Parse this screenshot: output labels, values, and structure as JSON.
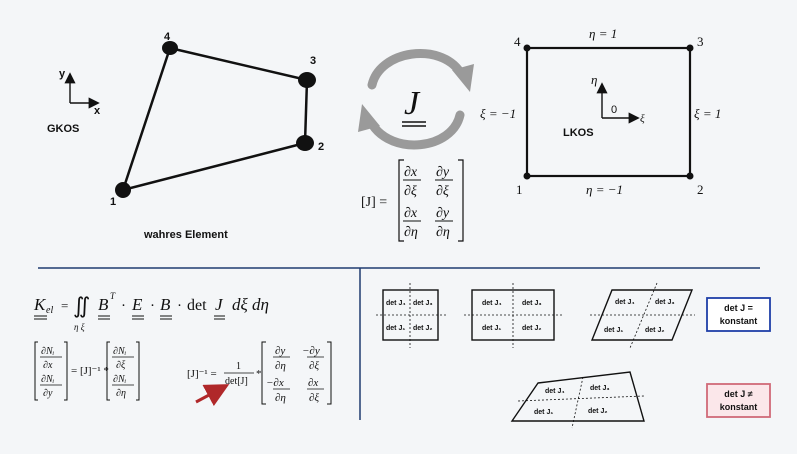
{
  "colors": {
    "background": "#f4f6f8",
    "divider": "#1f3b70",
    "const_box_border": "#1f3fa8",
    "nonconst_box_border": "#d06a78",
    "nonconst_box_fill": "#fbe7ea",
    "arrow_red": "#b0282a",
    "rotate_arrow": "#9a9a9a"
  },
  "gkos": {
    "axis_x": "x",
    "axis_y": "y",
    "label": "GKOS",
    "element_label": "wahres Element",
    "nodes": [
      "1",
      "2",
      "3",
      "4"
    ]
  },
  "mapping": {
    "symbol": "J",
    "matrix_lhs": "[J] =",
    "entries": {
      "r1c1": {
        "num": "∂x",
        "den": "∂ξ"
      },
      "r1c2": {
        "num": "∂y",
        "den": "∂ξ"
      },
      "r2c1": {
        "num": "∂x",
        "den": "∂η"
      },
      "r2c2": {
        "num": "∂y",
        "den": "∂η"
      }
    }
  },
  "lkos": {
    "label": "LKOS",
    "top": "η = 1",
    "bottom": "η = −1",
    "left": "ξ = −1",
    "right": "ξ = 1",
    "axis_eta": "η",
    "axis_xi": "ξ",
    "origin": "0",
    "nodes": [
      "1",
      "2",
      "3",
      "4"
    ]
  },
  "formula": {
    "k": "K",
    "k_sub": "el",
    "integral": "∬",
    "limits": "η ξ",
    "body_b": "B",
    "body_t": "T",
    "dot1": "·",
    "body_e": "E",
    "dot2": "·",
    "body_b2": "B",
    "dot3": "·",
    "det": "det",
    "body_j": "J",
    "tail": "dξ dη"
  },
  "chain": {
    "l1_num": "∂Nᵢ",
    "l1_den": "∂x",
    "l2_num": "∂Nᵢ",
    "l2_den": "∂y",
    "mid": "= [J]⁻¹ *",
    "r1_num": "∂Nᵢ",
    "r1_den": "∂ξ",
    "r2_num": "∂Nᵢ",
    "r2_den": "∂η"
  },
  "inverse": {
    "lhs": "[J]⁻¹ =",
    "frac_num": "1",
    "frac_den": "det[J]",
    "star": "*",
    "m11_num": "∂y",
    "m11_den": "∂η",
    "m12_num": "−∂y",
    "m12_den": "∂ξ",
    "m21_num": "−∂x",
    "m21_den": "∂η",
    "m22_num": "∂x",
    "m22_den": "∂ξ"
  },
  "det_cells": {
    "j1": "det J₁",
    "j2": "det J₂",
    "j3": "det J₃",
    "j4": "det J₄"
  },
  "const_box": {
    "line1": "det J =",
    "line2": "konstant"
  },
  "nonconst_box": {
    "line1": "det J ≠",
    "line2": "konstant"
  }
}
